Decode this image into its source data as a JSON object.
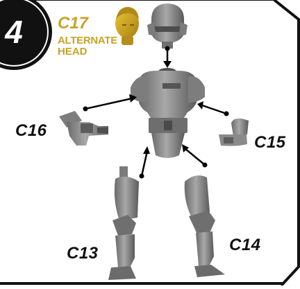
{
  "step": {
    "number": "4"
  },
  "alternate": {
    "code": "C17",
    "line1": "ALTERNATE",
    "line2": "HEAD"
  },
  "parts": {
    "c16": "C16",
    "c15": "C15",
    "c13": "C13",
    "c14": "C14"
  },
  "colors": {
    "part_grey": "#8e8e8e",
    "part_shadow": "#5e5e5e",
    "part_light": "#bdbdbd",
    "gold": "#c9a227",
    "frame": "#111111"
  }
}
